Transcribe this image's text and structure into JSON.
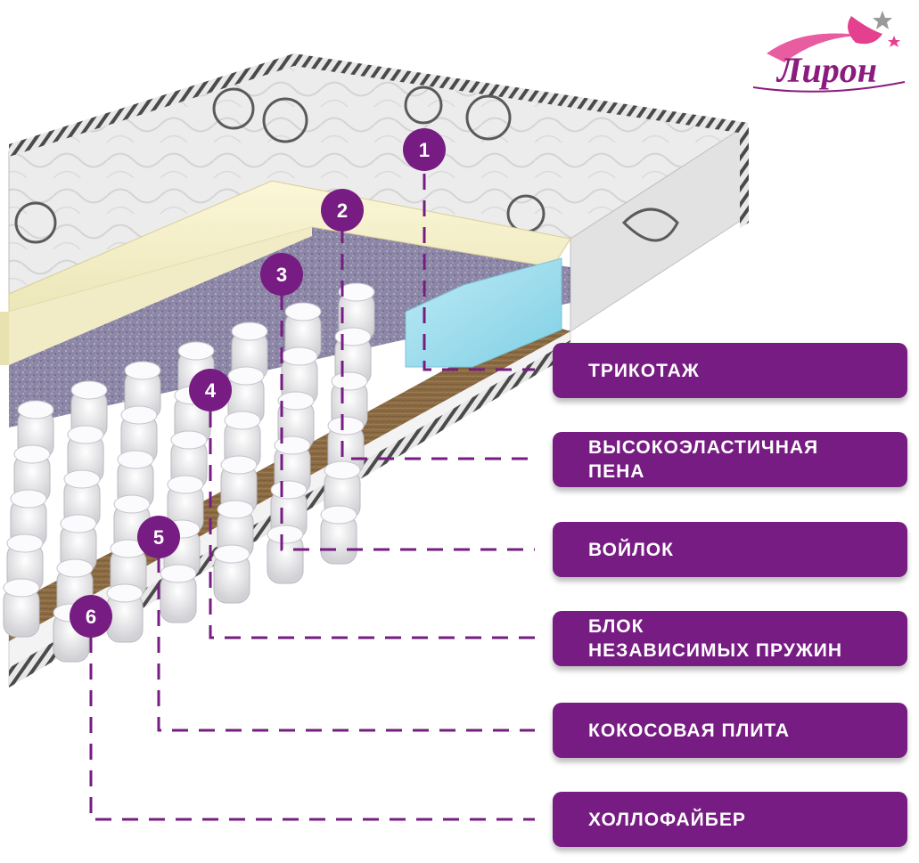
{
  "brand": {
    "name": "Лирон",
    "colors": {
      "primary": "#761c82",
      "accent": "#e4408f",
      "text": "#ffffff"
    }
  },
  "layers": [
    {
      "number": "1",
      "label": "ТРИКОТАЖ"
    },
    {
      "number": "2",
      "label": "ВЫСОКОЭЛАСТИЧНАЯ\nПЕНА"
    },
    {
      "number": "3",
      "label": "ВОЙЛОК"
    },
    {
      "number": "4",
      "label": "БЛОК\nНЕЗАВИСИМЫХ ПРУЖИН"
    },
    {
      "number": "5",
      "label": "КОКОСОВАЯ ПЛИТА"
    },
    {
      "number": "6",
      "label": "ХОЛЛОФАЙБЕР"
    }
  ]
}
